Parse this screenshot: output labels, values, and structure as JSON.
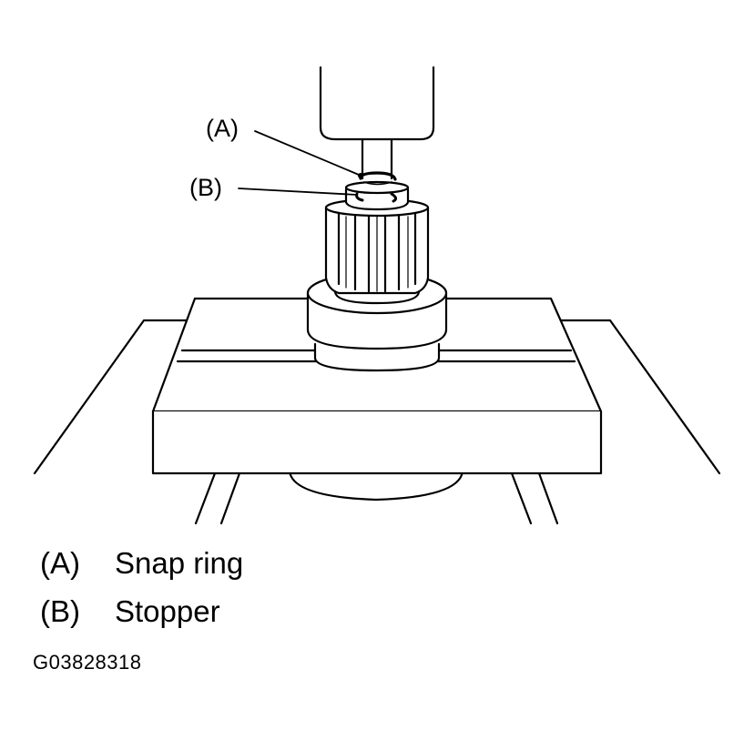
{
  "callouts": {
    "a": "(A)",
    "b": "(B)"
  },
  "legend": [
    {
      "key": "(A)",
      "label": "Snap ring"
    },
    {
      "key": "(B)",
      "label": "Stopper"
    }
  ],
  "figure_id": "G03828318",
  "colors": {
    "line": "#000000",
    "background": "#ffffff"
  }
}
